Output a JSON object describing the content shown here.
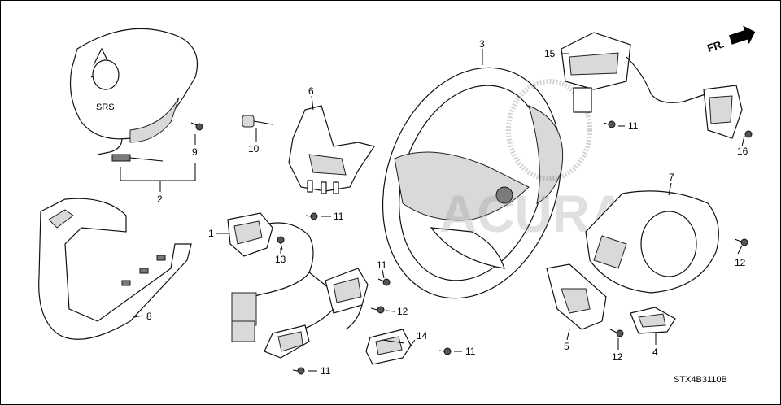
{
  "callouts": {
    "c1": "1",
    "c2": "2",
    "c3": "3",
    "c4": "4",
    "c5": "5",
    "c6": "6",
    "c7": "7",
    "c8": "8",
    "c9": "9",
    "c10": "10",
    "c11": "11",
    "c12": "12",
    "c13": "13",
    "c14": "14",
    "c15": "15",
    "c16": "16"
  },
  "front_label": "FR.",
  "diagram_code": "STX4B3110B"
}
